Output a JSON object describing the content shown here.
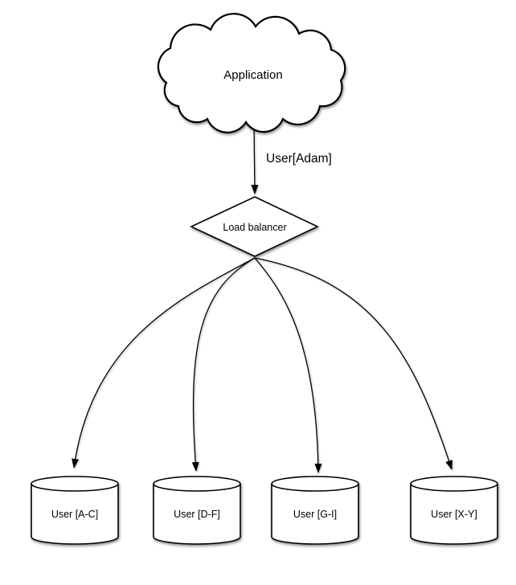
{
  "diagram": {
    "nodes": {
      "application": {
        "label": "Application",
        "shape": "cloud"
      },
      "load_balancer": {
        "label": "Load balancer",
        "shape": "diamond"
      },
      "shard_ac": {
        "label": "User [A-C]",
        "shape": "cylinder"
      },
      "shard_df": {
        "label": "User [D-F]",
        "shape": "cylinder"
      },
      "shard_gi": {
        "label": "User [G-I]",
        "shape": "cylinder"
      },
      "shard_xy": {
        "label": "User [X-Y]",
        "shape": "cylinder"
      }
    },
    "edges": {
      "app_to_lb": {
        "label": "User[Adam]"
      }
    },
    "colors": {
      "stroke": "#000000",
      "shape_fill": "#ffffff",
      "background": "#ffffff"
    }
  }
}
